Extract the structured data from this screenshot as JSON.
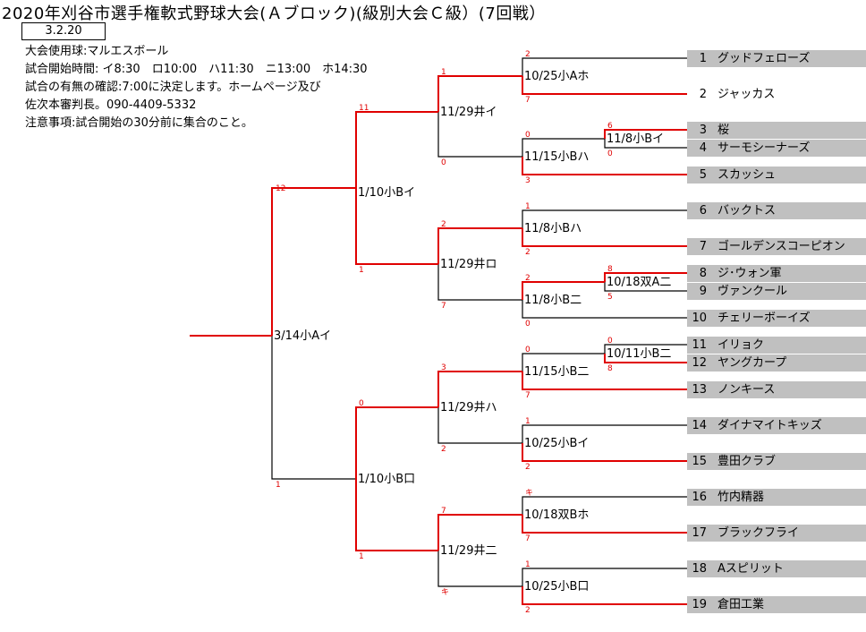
{
  "title": "2020年刈谷市選手権軟式野球大会(Ａブロック)(級別大会Ｃ級）(7回戦）",
  "date_box": "3.2.20",
  "info": [
    "大会使用球:マルエスボール",
    "試合開始時間: イ8:30　ロ10:00　ハ11:30　ニ13:00　ホ14:30",
    "試合の有無の確認:7:00に決定します。ホームページ及び",
    "佐次本審判長。090-4409-5332",
    "注意事項:試合開始の30分前に集合のこと。"
  ],
  "teams": [
    {
      "num": "1",
      "name": "グッドフェローズ"
    },
    {
      "num": "2",
      "name": "ジャッカス"
    },
    {
      "num": "3",
      "name": "桜"
    },
    {
      "num": "4",
      "name": "サーモシーナーズ"
    },
    {
      "num": "5",
      "name": "スカッシュ"
    },
    {
      "num": "6",
      "name": "バックトス"
    },
    {
      "num": "7",
      "name": "ゴールデンスコーピオン"
    },
    {
      "num": "8",
      "name": "ジ･ウォン軍"
    },
    {
      "num": "9",
      "name": "ヴァンクール"
    },
    {
      "num": "10",
      "name": "チェリーボーイズ"
    },
    {
      "num": "11",
      "name": "イリョク"
    },
    {
      "num": "12",
      "name": "ヤングカープ"
    },
    {
      "num": "13",
      "name": "ノンキース"
    },
    {
      "num": "14",
      "name": "ダイナマイトキッズ"
    },
    {
      "num": "15",
      "name": "豊田クラブ"
    },
    {
      "num": "16",
      "name": "竹内精器"
    },
    {
      "num": "17",
      "name": "ブラックフライ"
    },
    {
      "num": "18",
      "name": "Aスピリット"
    },
    {
      "num": "19",
      "name": "倉田工業"
    }
  ],
  "matches": {
    "m3_4": "11/8小Bイ",
    "m8_9": "10/18双A二",
    "m11_12": "10/11小B二",
    "m1_2": "10/25小Aホ",
    "m34_5": "11/15小Bハ",
    "m6_7": "11/8小Bハ",
    "m89_10": "11/8小B二",
    "m1112_13": "11/15小B二",
    "m14_15": "10/25小Bイ",
    "m16_17": "10/18双Bホ",
    "m18_19": "10/25小B口",
    "q1": "11/29井イ",
    "q2": "11/29井ロ",
    "q3": "11/29井ハ",
    "q4": "11/29井二",
    "s1": "1/10小Bイ",
    "s2": "1/10小B口",
    "f": "3/14小Aイ"
  },
  "scores": {
    "t3": "6",
    "t4": "0",
    "t8": "8",
    "t9": "5",
    "t11": "0",
    "t12": "8",
    "t1": "2",
    "t2": "7",
    "w34": "0",
    "t5": "3",
    "t6": "1",
    "t7": "2",
    "w89": "2",
    "t10": "0",
    "w1112": "0",
    "t13": "7",
    "t14": "1",
    "t15": "2",
    "t16": "キ",
    "t17": "7",
    "t18": "1",
    "t19": "2",
    "w12": "1",
    "w345": "0",
    "w67": "2",
    "w8910": "7",
    "w111213": "3",
    "w1415": "2",
    "w1617": "7",
    "w1819": "キ",
    "q1": "11",
    "q2": "1",
    "q3": "0",
    "q4": "1",
    "s1": "12",
    "s2": "1"
  },
  "colors": {
    "win_line": "#e00000",
    "line": "#000000",
    "team_bg": "#c0c0c0",
    "score": "#e00000"
  }
}
